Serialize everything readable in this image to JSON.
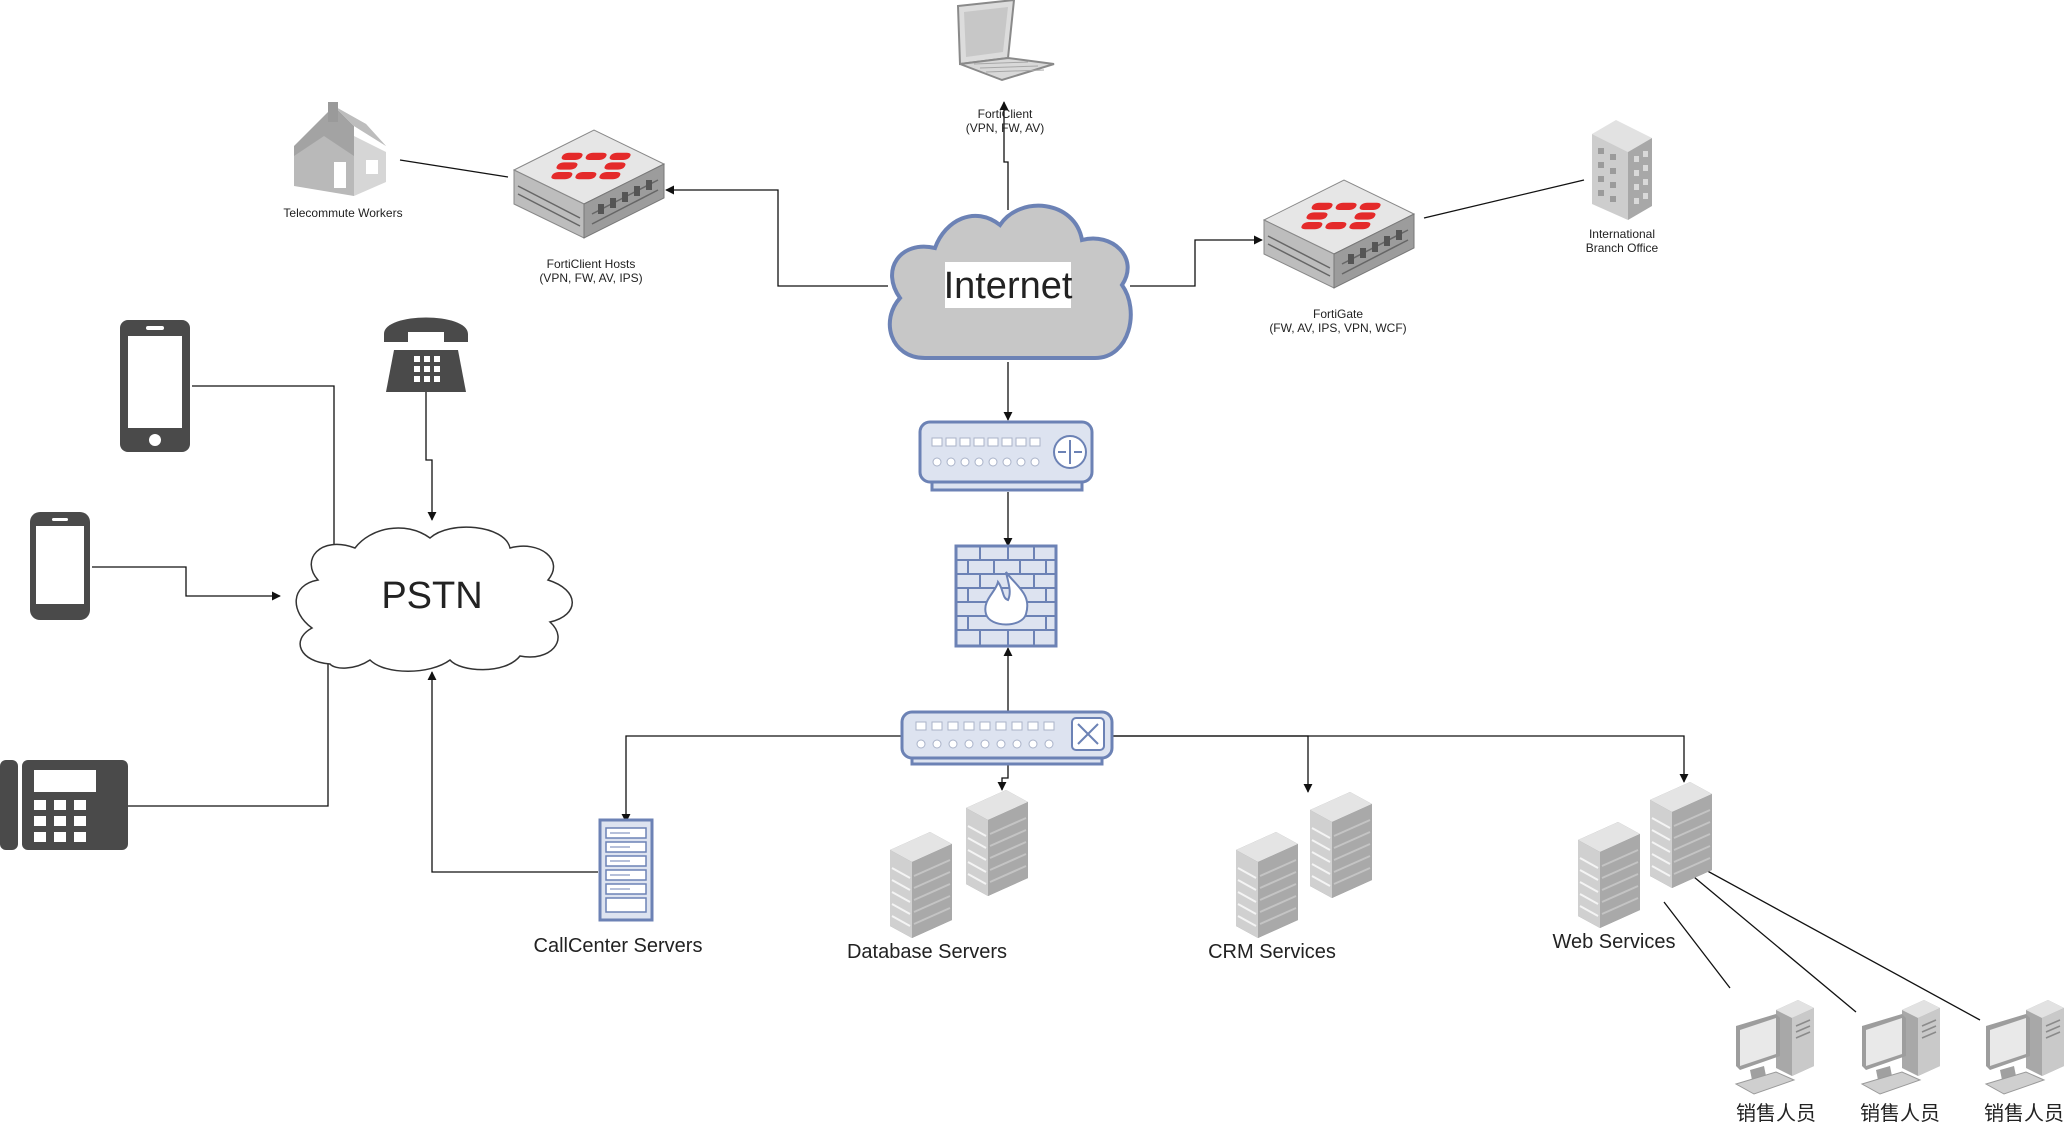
{
  "labels": {
    "internet": "Internet",
    "pstn": "PSTN",
    "telecommute": "Telecommute Workers",
    "forticlient_hosts_line1": "FortiClient Hosts",
    "forticlient_hosts_line2": "(VPN, FW, AV, IPS)",
    "forticlient_line1": "FortiClient",
    "forticlient_line2": "(VPN, FW, AV)",
    "fortigate_line1": "FortiGate",
    "fortigate_line2": "(FW, AV, IPS, VPN, WCF)",
    "branch_line1": "International",
    "branch_line2": "Branch Office",
    "callcenter": "CallCenter Servers",
    "database": "Database Servers",
    "crm": "CRM Services",
    "web": "Web Services",
    "sales": [
      "销售人员",
      "销售人员",
      "销售人员"
    ]
  },
  "icons": {
    "house": "house-icon",
    "laptop": "laptop-icon",
    "building": "building-icon",
    "fortinet_appliance": "fortinet-appliance-icon",
    "router": "router-icon",
    "firewall": "firewall-icon",
    "switch": "switch-icon",
    "server_rack": "server-rack-icon",
    "server_tower": "server-tower-icon",
    "workstation": "workstation-icon",
    "smartphone": "smartphone-icon",
    "telephone": "telephone-icon",
    "desk_phone": "desk-phone-icon"
  },
  "colors": {
    "fortinet_red": "#e42a2a",
    "device_blue": "#6c82b5",
    "device_fill": "#dde3f0",
    "cloud_grey": "#c9c9c9",
    "phone_dark": "#4a4a4a",
    "server_grey": "#9a9a9a"
  }
}
